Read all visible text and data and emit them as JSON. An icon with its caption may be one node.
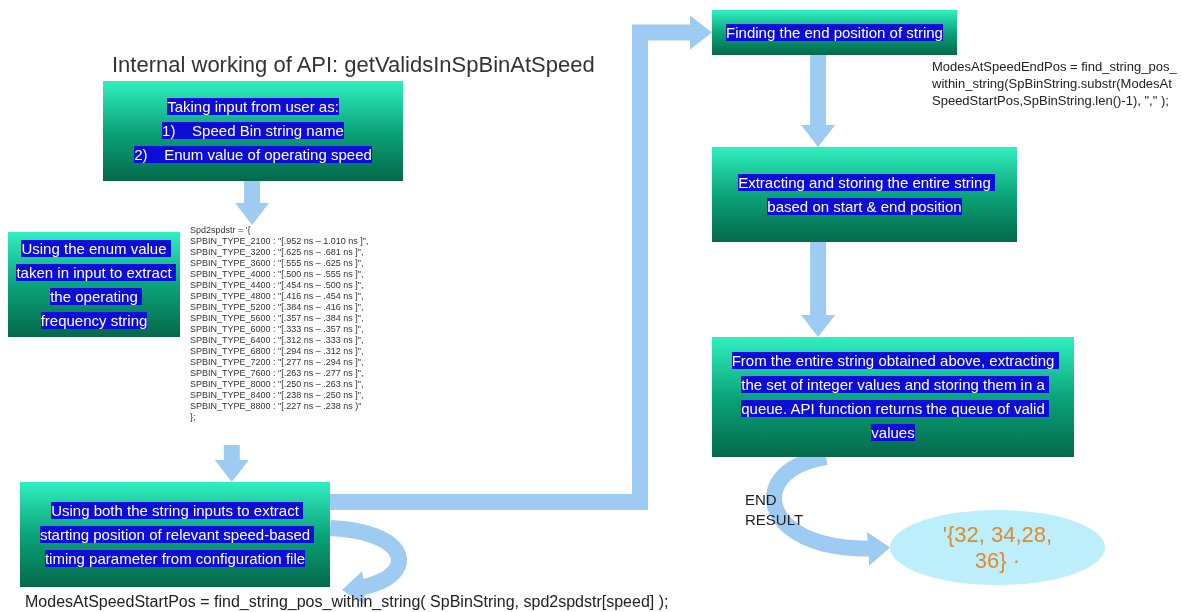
{
  "diagram": {
    "title": "Internal working of API: getValidsInSpBinAtSpeed",
    "nodes": [
      {
        "text": [
          "Taking input from user as:",
          "1)    Speed Bin string name",
          "2)    Enum value of operating speed"
        ]
      },
      {
        "text": [
          "Spd2spdstr = '{",
          "SPBIN_TYPE_2100 : \"[.952 ns – 1.010 ns ]\",",
          "SPBIN_TYPE_3200 : \"[.625 ns – .681 ns ]\",",
          "SPBIN_TYPE_3600 : \"[.555 ns – .625 ns ]\",",
          "SPBIN_TYPE_4000 : \"[.500 ns – .555 ns ]\",",
          "SPBIN_TYPE_4400 : \"[.454 ns – .500 ns ]\",",
          "SPBIN_TYPE_4800 : \"[.416 ns – .454 ns ]\",",
          "SPBIN_TYPE_5200 : \"[.384 ns – .416 ns ]\",",
          "SPBIN_TYPE_5600 : \"[.357 ns – .384 ns ]\",",
          "SPBIN_TYPE_6000 : \"[.333 ns – .357 ns ]\",",
          "SPBIN_TYPE_6400 : \"[.312 ns – .333 ns ]\",",
          "SPBIN_TYPE_6800 : \"[.294 ns – .312 ns ]\",",
          "SPBIN_TYPE_7200 : \"[.277 ns – .294 ns ]\",",
          "SPBIN_TYPE_7600 : \"[.263 ns – .277 ns ]\",",
          "SPBIN_TYPE_8000 : \"[.250 ns – .263 ns ]\",",
          "SPBIN_TYPE_8400 : \"[.238 ns – .250 ns ]\",",
          "SPBIN_TYPE_8800 : \"[.227 ns – .238 ns )\"",
          "};"
        ]
      },
      {
        "text": [
          "Using the enum value taken in input to extract the operating frequency string"
        ]
      },
      {
        "text": [
          "Using both the string inputs to extract starting position of relevant speed-based timing parameter from configuration file"
        ]
      },
      {
        "text": [
          "Finding the end position of string"
        ],
        "beside": [
          "ModesAtSpeedEndPos = find_string_pos_within_string(SpBinString.substr(ModesAtSpeedStartPos,SpBinString.len()-1), \",\" );"
        ]
      },
      {
        "text": [
          "Extracting and storing the entire string based on start & end position"
        ]
      },
      {
        "text": [
          "From the entire string obtained above, extracting the set of integer values and storing them in a queue. API function returns the queue of valid values"
        ]
      },
      {
        "text": [
          "'{32, 34,28, 36} ·"
        ]
      },
      {
        "text": [
          "ModesAtSpeedStartPos = find_string_pos_within_string( SpBinString, spd2spdstr[speed] );"
        ]
      }
    ],
    "edges": [
      {
        "from": 0,
        "to": 1,
        "arrow": "to"
      },
      {
        "from": 1,
        "to": 3,
        "arrow": "to"
      },
      {
        "from": 3,
        "to": 4,
        "arrow": "to"
      },
      {
        "from": 4,
        "to": 5,
        "arrow": "to"
      },
      {
        "from": 5,
        "to": 6,
        "arrow": "to"
      },
      {
        "from": 6,
        "to": 7,
        "arrow": "to"
      },
      {
        "from": 3,
        "to": 8,
        "arrow": "to"
      }
    ],
    "labels": [
      "END RESULT"
    ]
  }
}
